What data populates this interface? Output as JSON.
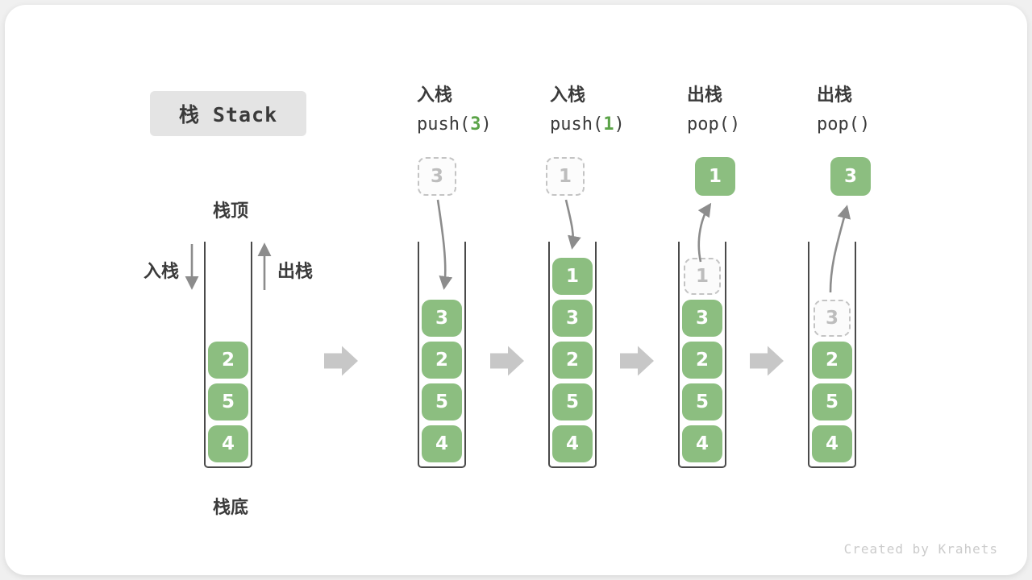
{
  "title": "栈 Stack",
  "watermark": "Created by Krahets",
  "colors": {
    "element_green": "#8cbe80",
    "code_arg_green": "#5ba348",
    "arrow_gray": "#8c8c8c",
    "block_arrow_gray": "#c7c7c7",
    "title_chip_bg": "#e4e4e4",
    "ghost_border": "#c4c4c4",
    "ink": "#3b3b3b"
  },
  "stack1": {
    "top_label": "栈顶",
    "bottom_label": "栈底",
    "push_label": "入栈",
    "pop_label": "出栈",
    "items": [
      "2",
      "5",
      "4"
    ]
  },
  "steps": [
    {
      "label": "入栈",
      "code_pre": "push(",
      "code_arg": "3",
      "code_post": ")",
      "float": "3",
      "stack_items": [
        "3",
        "2",
        "5",
        "4"
      ]
    },
    {
      "label": "入栈",
      "code_pre": "push(",
      "code_arg": "1",
      "code_post": ")",
      "float": "1",
      "stack_items": [
        "1",
        "3",
        "2",
        "5",
        "4"
      ]
    },
    {
      "label": "出栈",
      "code_pre": "pop(",
      "code_arg": "",
      "code_post": ")",
      "float": "1",
      "stack_items": [
        "1",
        "3",
        "2",
        "5",
        "4"
      ]
    },
    {
      "label": "出栈",
      "code_pre": "pop(",
      "code_arg": "",
      "code_post": ")",
      "float": "3",
      "stack_items": [
        "3",
        "2",
        "5",
        "4"
      ]
    }
  ]
}
